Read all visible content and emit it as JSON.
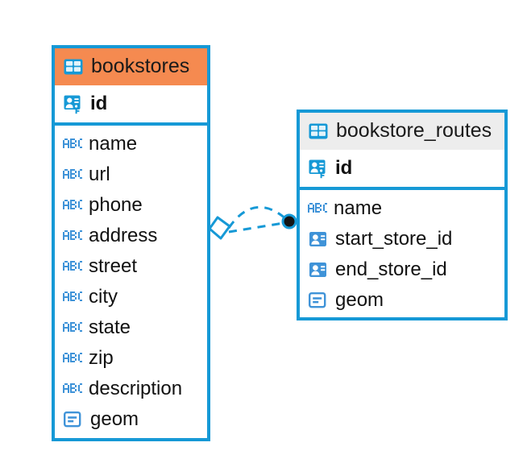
{
  "diagram": {
    "type": "entity-relationship-diagram",
    "background": "#ffffff",
    "accent_color": "#1699d6",
    "highlight_color": "#f58a50",
    "header_gray": "#ededed"
  },
  "entities": [
    {
      "name": "bookstores",
      "header_icon": "table-icon",
      "header_style": "accent-orange",
      "primary_key": {
        "label": "id",
        "icon": "primary-key-icon"
      },
      "fields": [
        {
          "label": "name",
          "icon": "text-abc-icon"
        },
        {
          "label": "url",
          "icon": "text-abc-icon"
        },
        {
          "label": "phone",
          "icon": "text-abc-icon"
        },
        {
          "label": "address",
          "icon": "text-abc-icon"
        },
        {
          "label": "street",
          "icon": "text-abc-icon"
        },
        {
          "label": "city",
          "icon": "text-abc-icon"
        },
        {
          "label": "state",
          "icon": "text-abc-icon"
        },
        {
          "label": "zip",
          "icon": "text-abc-icon"
        },
        {
          "label": "description",
          "icon": "text-abc-icon"
        },
        {
          "label": "geom",
          "icon": "geometry-icon"
        }
      ]
    },
    {
      "name": "bookstore_routes",
      "header_icon": "table-icon",
      "header_style": "accent-gray",
      "primary_key": {
        "label": "id",
        "icon": "primary-key-icon"
      },
      "fields": [
        {
          "label": "name",
          "icon": "text-abc-icon"
        },
        {
          "label": "start_store_id",
          "icon": "foreign-key-icon"
        },
        {
          "label": "end_store_id",
          "icon": "foreign-key-icon"
        },
        {
          "label": "geom",
          "icon": "geometry-icon"
        }
      ]
    }
  ],
  "relationship": {
    "style": "dashed",
    "color": "#1699d6",
    "source_endpoint": "diamond",
    "target_endpoint": "filled-circle",
    "line_count": 2
  }
}
